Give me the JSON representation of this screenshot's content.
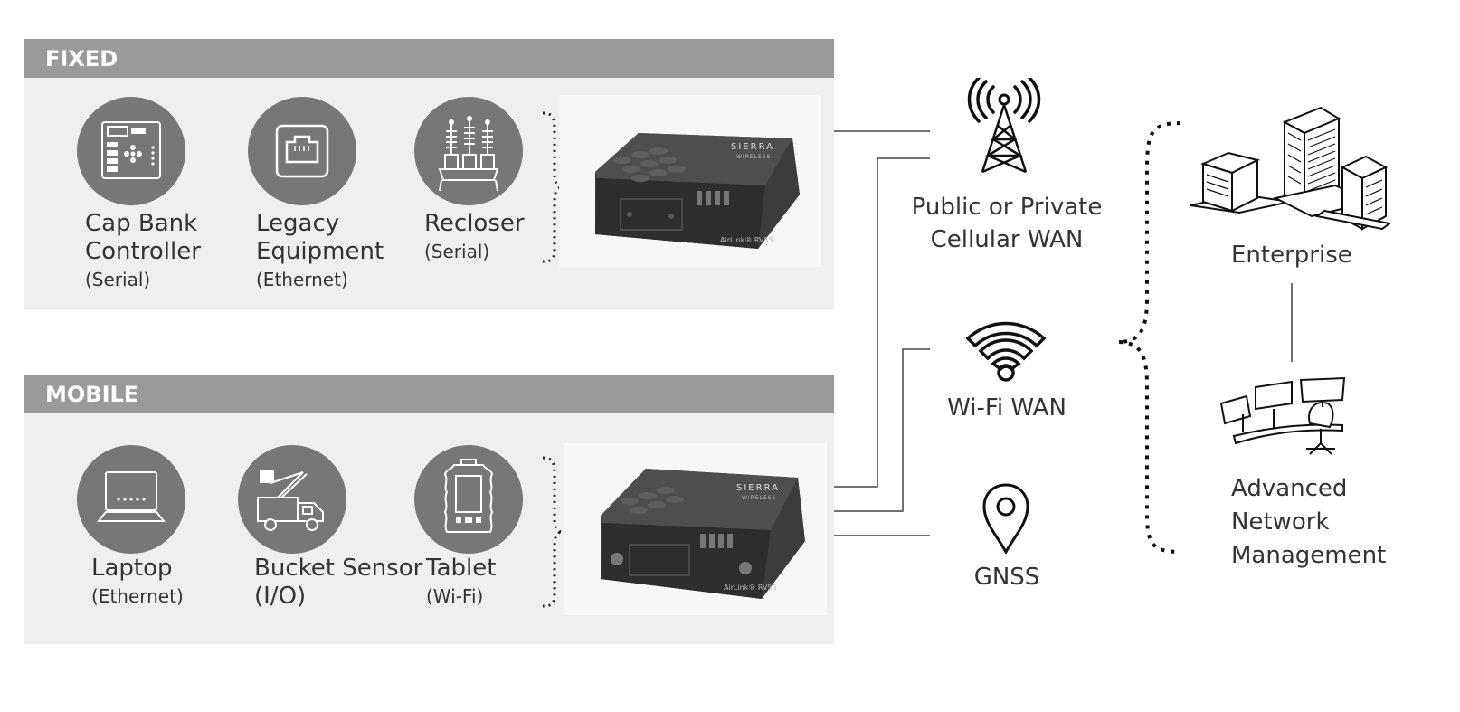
{
  "fixed": {
    "title": "FIXED",
    "devices": [
      {
        "name": "Cap Bank",
        "name2": "Controller",
        "sub": "(Serial)",
        "icon": "cap-bank-controller-icon"
      },
      {
        "name": "Legacy",
        "name2": "Equipment",
        "sub": "(Ethernet)",
        "icon": "ethernet-port-icon"
      },
      {
        "name": "Recloser",
        "sub": "(Serial)",
        "icon": "recloser-icon"
      }
    ],
    "router": {
      "brand": "SIERRA",
      "brand2": "WIRELESS",
      "model": "AirLink® RV55"
    }
  },
  "mobile": {
    "title": "MOBILE",
    "devices": [
      {
        "name": "Laptop",
        "sub": "(Ethernet)",
        "icon": "laptop-icon"
      },
      {
        "name": "Bucket Sensor",
        "sub": "(I/O)",
        "icon": "bucket-truck-icon"
      },
      {
        "name": "Tablet",
        "sub": "(Wi-Fi)",
        "icon": "rugged-tablet-icon"
      }
    ],
    "router": {
      "brand": "SIERRA",
      "brand2": "WIRELESS",
      "model": "AirLink® RV55"
    }
  },
  "networks": [
    {
      "line1": "Public or Private",
      "line2": "Cellular WAN",
      "icon": "cell-tower-icon"
    },
    {
      "line1": "Wi-Fi WAN",
      "icon": "wifi-icon"
    },
    {
      "line1": "GNSS",
      "icon": "location-pin-icon"
    }
  ],
  "destinations": [
    {
      "label": "Enterprise",
      "icon": "office-buildings-icon"
    },
    {
      "line1": "Advanced",
      "line2": "Network",
      "line3": "Management",
      "icon": "control-room-icon"
    }
  ],
  "colors": {
    "panel": "#efefef",
    "header": "#9a9a9a",
    "circle": "#777777",
    "line": "#444444",
    "text": "#333333"
  }
}
